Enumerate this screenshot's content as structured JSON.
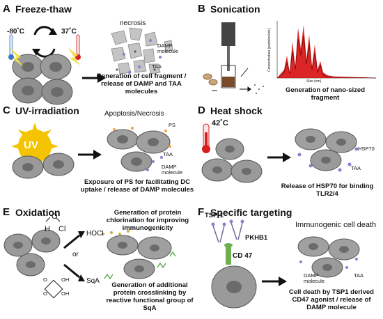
{
  "panels": {
    "A": {
      "letter": "A",
      "title": "Freeze-thaw",
      "temp_cold": "-80˚C",
      "temp_hot": "37˚C",
      "result_label": "necrosis",
      "damp": "DAMP molecule",
      "taa": "TAA",
      "caption": "Generation of cell fragment / release of DAMP and TAA molecules"
    },
    "B": {
      "letter": "B",
      "title": "Sonication",
      "ylabel": "Concentration (particles/mL)",
      "xlabel": "Size (nm)",
      "caption": "Generation of nano-sized fragment"
    },
    "C": {
      "letter": "C",
      "title": "UV-irradiation",
      "uv": "UV",
      "result_label": "Apoptosis/Necrosis",
      "ps": "PS",
      "taa": "TAA",
      "damp": "DAMP molecule",
      "caption": "Exposure of PS for facilitating DC uptake / release of DAMP molecules"
    },
    "D": {
      "letter": "D",
      "title": "Heat shock",
      "temp": "42˚C",
      "hsp": "HSP70",
      "taa": "TAA",
      "caption": "Release of HSP70 for binding TLR2/4"
    },
    "E": {
      "letter": "E",
      "title": "Oxidation",
      "h": "H",
      "o": "O",
      "cl": "Cl",
      "hocl": "HOCl",
      "or": "or",
      "sqa": "SqA",
      "oh1": "OH",
      "oh2": "OH",
      "o1": "O",
      "o2": "O",
      "caption_top": "Generation of protein chlorination for improving immunogenicity",
      "caption_bottom": "Generation of additional protein crosslinking by reactive functional group of SqA"
    },
    "F": {
      "letter": "F",
      "title": "Specific targeting",
      "tsp": "TSP-1",
      "pkhb": "PKHB1",
      "cd47": "CD 47",
      "result_label": "Immunogenic cell death",
      "damp": "DAMP molecule",
      "taa": "TAA",
      "caption": "Cell death by TSP1 derived CD47 agonist / release of DAMP molecule"
    }
  },
  "colors": {
    "cell_fill": "#9a9a9a",
    "cell_dark": "#6b6b6b",
    "fragment": "#b9b9b9",
    "damp_dot": "#8b7fd1",
    "uv_sun": "#f5c400",
    "plot_line": "#d40000",
    "thermo_red": "#d81f1f",
    "ps_dot": "#f0a040",
    "arrow": "#111111"
  }
}
